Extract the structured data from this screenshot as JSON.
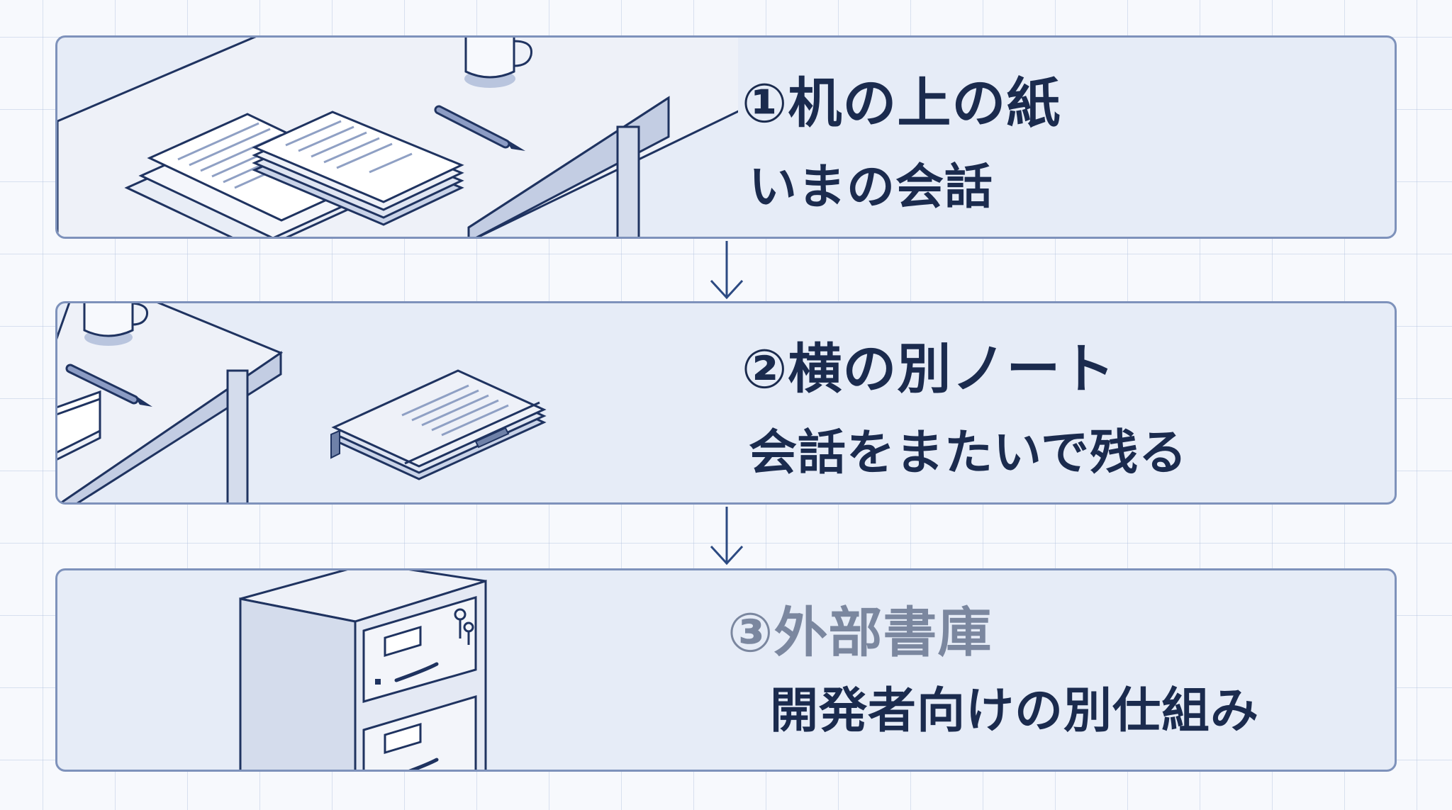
{
  "steps": [
    {
      "title": "①机の上の紙",
      "subtitle": "いまの会話",
      "illustration": "desk-with-papers"
    },
    {
      "title": "②横の別ノート",
      "subtitle": "会話をまたいで残る",
      "illustration": "notebook-beside-desk"
    },
    {
      "title": "③外部書庫",
      "subtitle": "開発者向けの別仕組み",
      "illustration": "filing-cabinet"
    }
  ],
  "colors": {
    "card_bg": "#e6ecf7",
    "card_border": "#7e92bb",
    "ink": "#1b2b4e",
    "faded_title": "#7b879f",
    "arrow": "#2c4a82"
  }
}
